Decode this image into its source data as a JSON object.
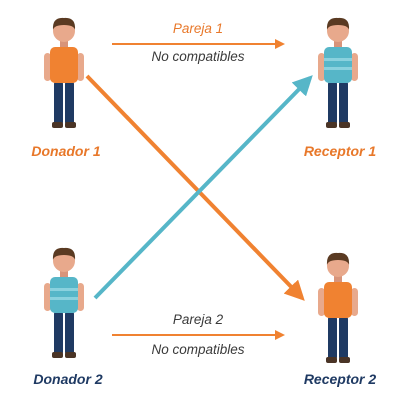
{
  "colors": {
    "orange": "#F08231",
    "blue": "#56B6C8",
    "navy": "#1F3A63",
    "label_orange": "#E8782A",
    "text_dark": "#3A3A3A"
  },
  "people": {
    "donor1": {
      "label": "Donador 1",
      "shirt": "orange"
    },
    "receptor1": {
      "label": "Receptor 1",
      "shirt": "blue"
    },
    "donor2": {
      "label": "Donador 2",
      "shirt": "blue"
    },
    "receptor2": {
      "label": "Receptor 2",
      "shirt": "orange"
    }
  },
  "pairs": {
    "pair1": {
      "name": "Pareja 1",
      "status": "No compatibles"
    },
    "pair2": {
      "name": "Pareja 2",
      "status": "No compatibles"
    }
  }
}
